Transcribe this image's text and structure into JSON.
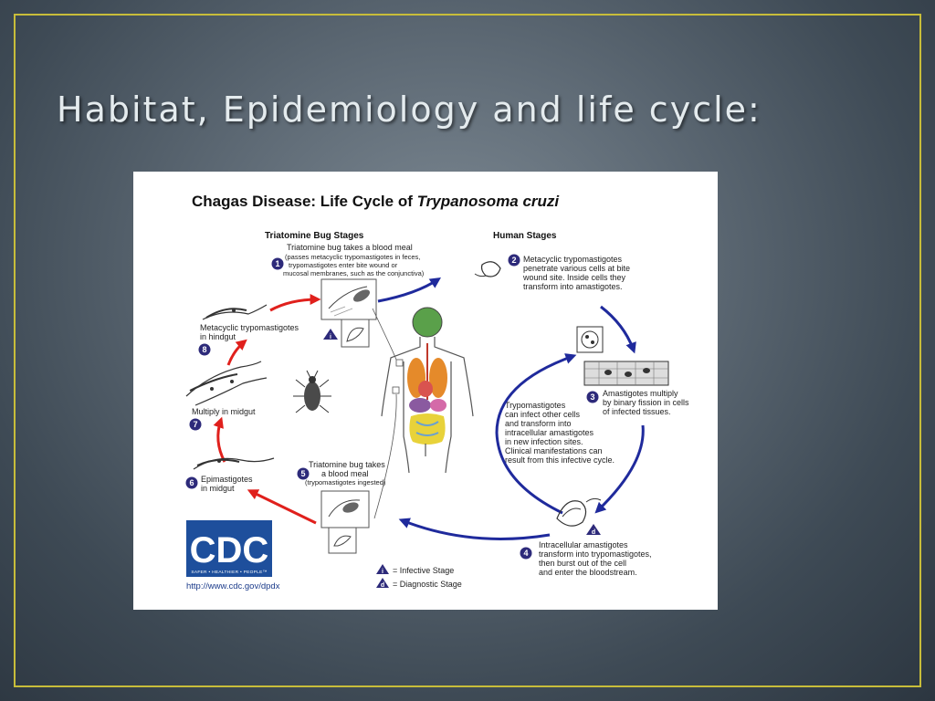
{
  "slide": {
    "title": "Habitat, Epidemiology and life cycle:"
  },
  "figure": {
    "title_main": "Chagas Disease: Life Cycle of ",
    "title_italic": "Trypanosoma cruzi",
    "triatomine_heading": "Triatomine Bug Stages",
    "human_heading": "Human Stages",
    "steps": [
      {
        "num": "1",
        "lines": [
          "Triatomine bug takes a blood meal",
          "(passes metacyclic trypomastigotes in feces,",
          "trypomastigotes enter bite wound or",
          "mucosal membranes, such as the conjunctiva)"
        ]
      },
      {
        "num": "2",
        "lines": [
          "Metacyclic trypomastigotes",
          "penetrate various cells at bite",
          "wound site.  Inside cells they",
          "transform into amastigotes."
        ]
      },
      {
        "num": "3",
        "lines": [
          "Amastigotes multiply",
          "by binary fission in cells",
          "of infected tissues."
        ]
      },
      {
        "num": "4",
        "lines": [
          "Intracellular amastigotes",
          "transform into trypomastigotes,",
          "then burst out of the cell",
          "and enter the bloodstream."
        ]
      },
      {
        "num": "5",
        "lines": [
          "Triatomine bug takes",
          "a blood meal",
          "(trypomastigotes ingested)"
        ]
      },
      {
        "num": "6",
        "lines": [
          "Epimastigotes",
          "in midgut"
        ]
      },
      {
        "num": "7",
        "lines": [
          "Multiply in midgut"
        ]
      },
      {
        "num": "8",
        "lines": [
          "Metacyclic trypomastigotes",
          "in hindgut"
        ]
      }
    ],
    "center_text": [
      "Trypomastigotes",
      "can infect other cells",
      "and transform into",
      "intracellular amastigotes",
      "in new infection sites.",
      "Clinical manifestations can",
      "result from this infective cycle."
    ],
    "legend": {
      "infective_symbol": "i",
      "infective_label": "= Infective Stage",
      "diagnostic_symbol": "d",
      "diagnostic_label": "= Diagnostic Stage"
    },
    "cdc": {
      "logo_text": "CDC",
      "tagline": "SAFER • HEALTHIER • PEOPLE™",
      "url": "http://www.cdc.gov/dpdx"
    },
    "colors": {
      "red_arrows": "#e0201c",
      "blue_arrows": "#1f2a9c",
      "badge": "#2d2a7a",
      "cdc_blue": "#1e4f9c"
    }
  }
}
